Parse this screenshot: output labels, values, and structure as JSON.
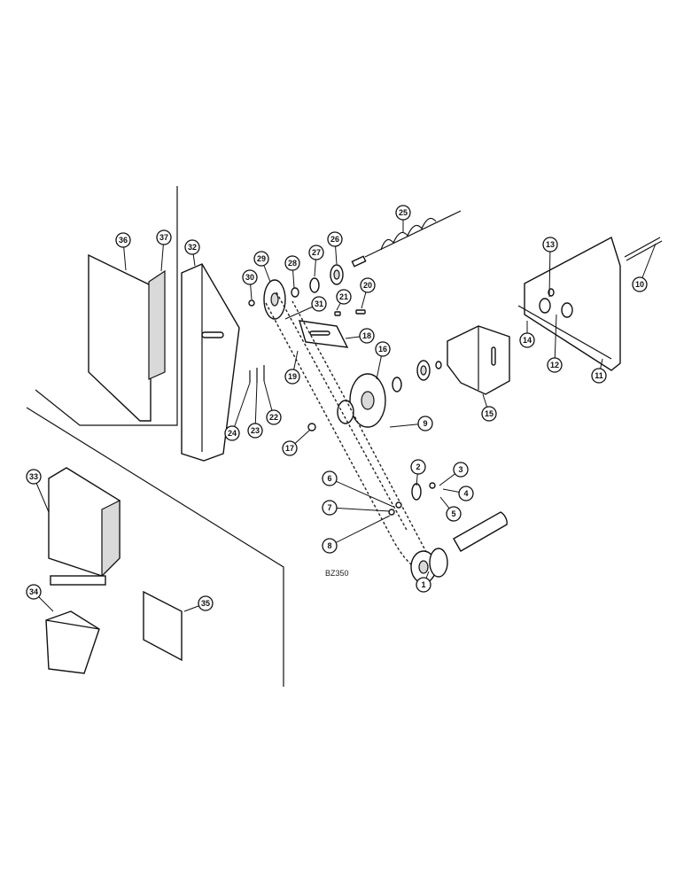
{
  "figure_code": "BZ350",
  "callouts": [
    "1",
    "2",
    "3",
    "4",
    "5",
    "6",
    "7",
    "8",
    "9",
    "10",
    "11",
    "12",
    "13",
    "14",
    "15",
    "16",
    "17",
    "18",
    "19",
    "20",
    "21",
    "22",
    "23",
    "24",
    "25",
    "26",
    "27",
    "28",
    "29",
    "30",
    "31",
    "32",
    "33",
    "34",
    "35",
    "36",
    "37"
  ]
}
